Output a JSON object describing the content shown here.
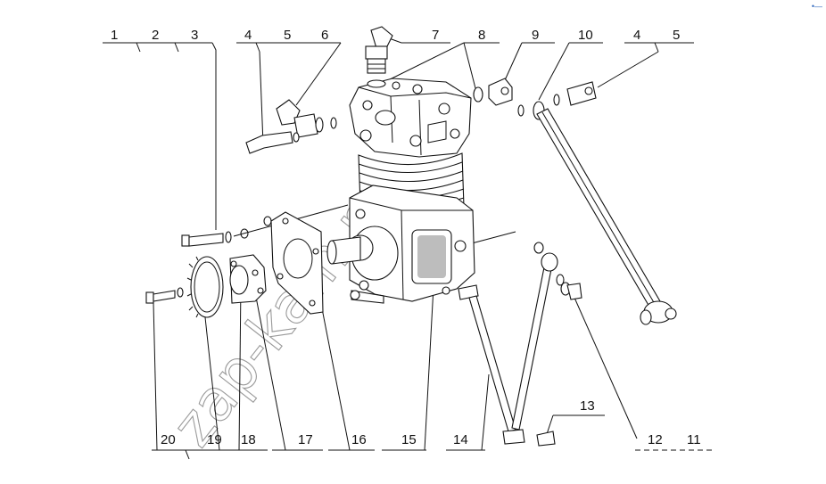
{
  "diagram": {
    "watermark": "zap-kam.ru",
    "corner_mark": "•—",
    "callouts": {
      "top": [
        "1",
        "2",
        "3",
        "4",
        "5",
        "6",
        "7",
        "8",
        "9",
        "10",
        "4",
        "5"
      ],
      "bottom": [
        "20",
        "19",
        "18",
        "17",
        "16",
        "15",
        "14",
        "13",
        "12",
        "11"
      ]
    }
  },
  "colors": {
    "line": "#111111",
    "watermark": "#9a9a9a",
    "shade": "#bdbdbd",
    "background": "#ffffff"
  }
}
